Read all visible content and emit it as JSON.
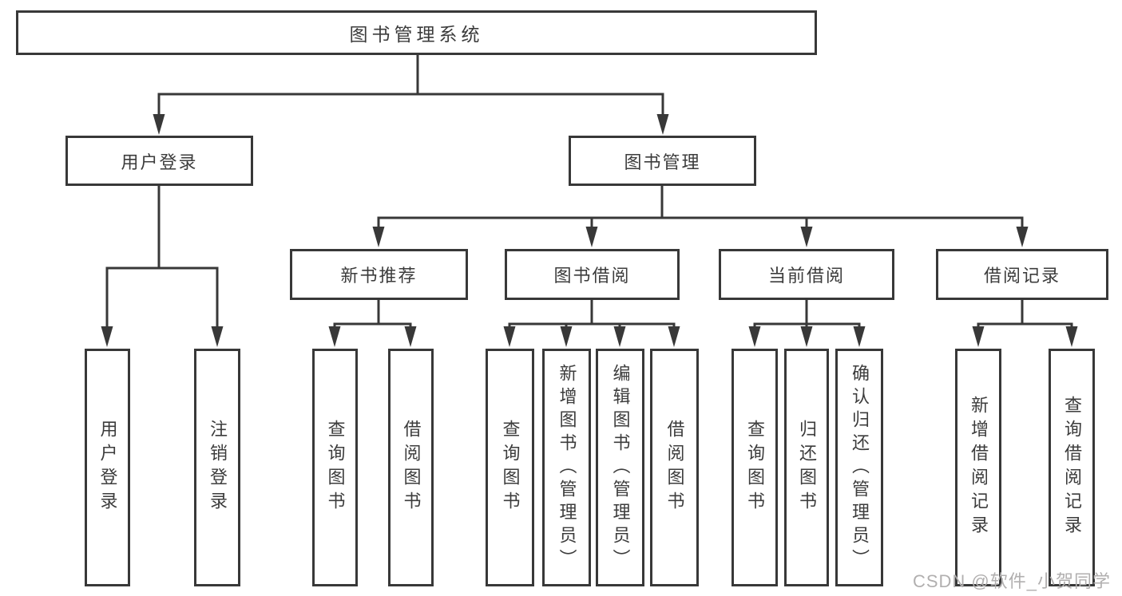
{
  "tree": {
    "root": {
      "label": "图书管理系统"
    },
    "children": [
      {
        "label": "用户登录",
        "children": [
          {
            "label": "用户登录"
          },
          {
            "label": "注销登录"
          }
        ]
      },
      {
        "label": "图书管理",
        "children": [
          {
            "label": "新书推荐",
            "children": [
              {
                "label": "查询图书"
              },
              {
                "label": "借阅图书"
              }
            ]
          },
          {
            "label": "图书借阅",
            "children": [
              {
                "label": "查询图书"
              },
              {
                "label": "新增图书（管理员）"
              },
              {
                "label": "编辑图书（管理员）"
              },
              {
                "label": "借阅图书"
              }
            ]
          },
          {
            "label": "当前借阅",
            "children": [
              {
                "label": "查询图书"
              },
              {
                "label": "归还图书"
              },
              {
                "label": "确认归还（管理员）"
              }
            ]
          },
          {
            "label": "借阅记录",
            "children": [
              {
                "label": "新增借阅记录"
              },
              {
                "label": "查询借阅记录"
              }
            ]
          }
        ]
      }
    ]
  },
  "watermark": {
    "text": "CSDN @软件_小贺同学"
  },
  "colors": {
    "line": "#383838",
    "box_border": "#383838",
    "box_fill": "#ffffff",
    "text": "#3c3c3c",
    "watermark": "#b1afaf",
    "background": "#ffffff"
  }
}
